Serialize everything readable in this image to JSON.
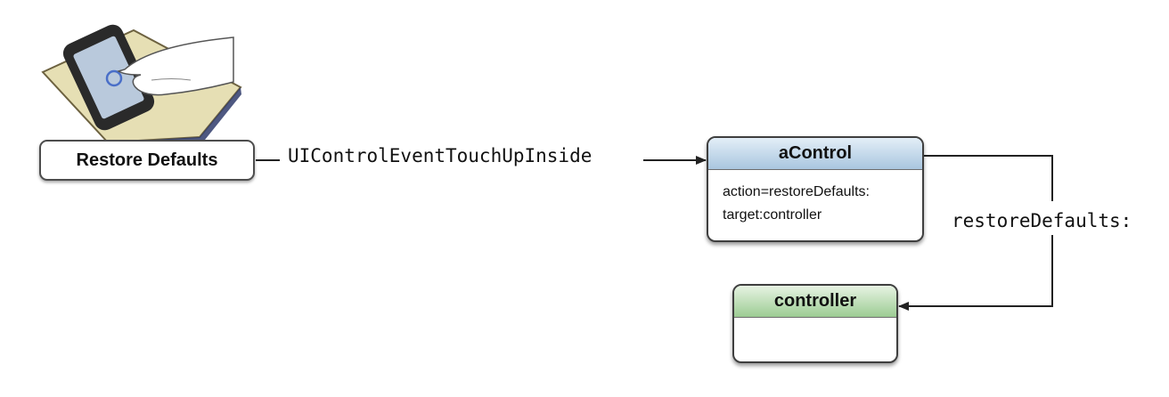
{
  "button": {
    "label": "Restore Defaults"
  },
  "event_label": "UIControlEventTouchUpInside",
  "control": {
    "title": "aControl",
    "action_line": "action=restoreDefaults:",
    "target_line": "target:controller"
  },
  "selector_label": "restoreDefaults:",
  "controller": {
    "title": "controller"
  },
  "colors": {
    "control_header": "#a9c6df",
    "controller_header": "#9ccc93",
    "connector": "#222222",
    "screen_blue": "#4a6fc8",
    "pad": "#e6dfb4"
  },
  "icons": {
    "touch_illustration": "hand-touching-iphone-icon"
  }
}
